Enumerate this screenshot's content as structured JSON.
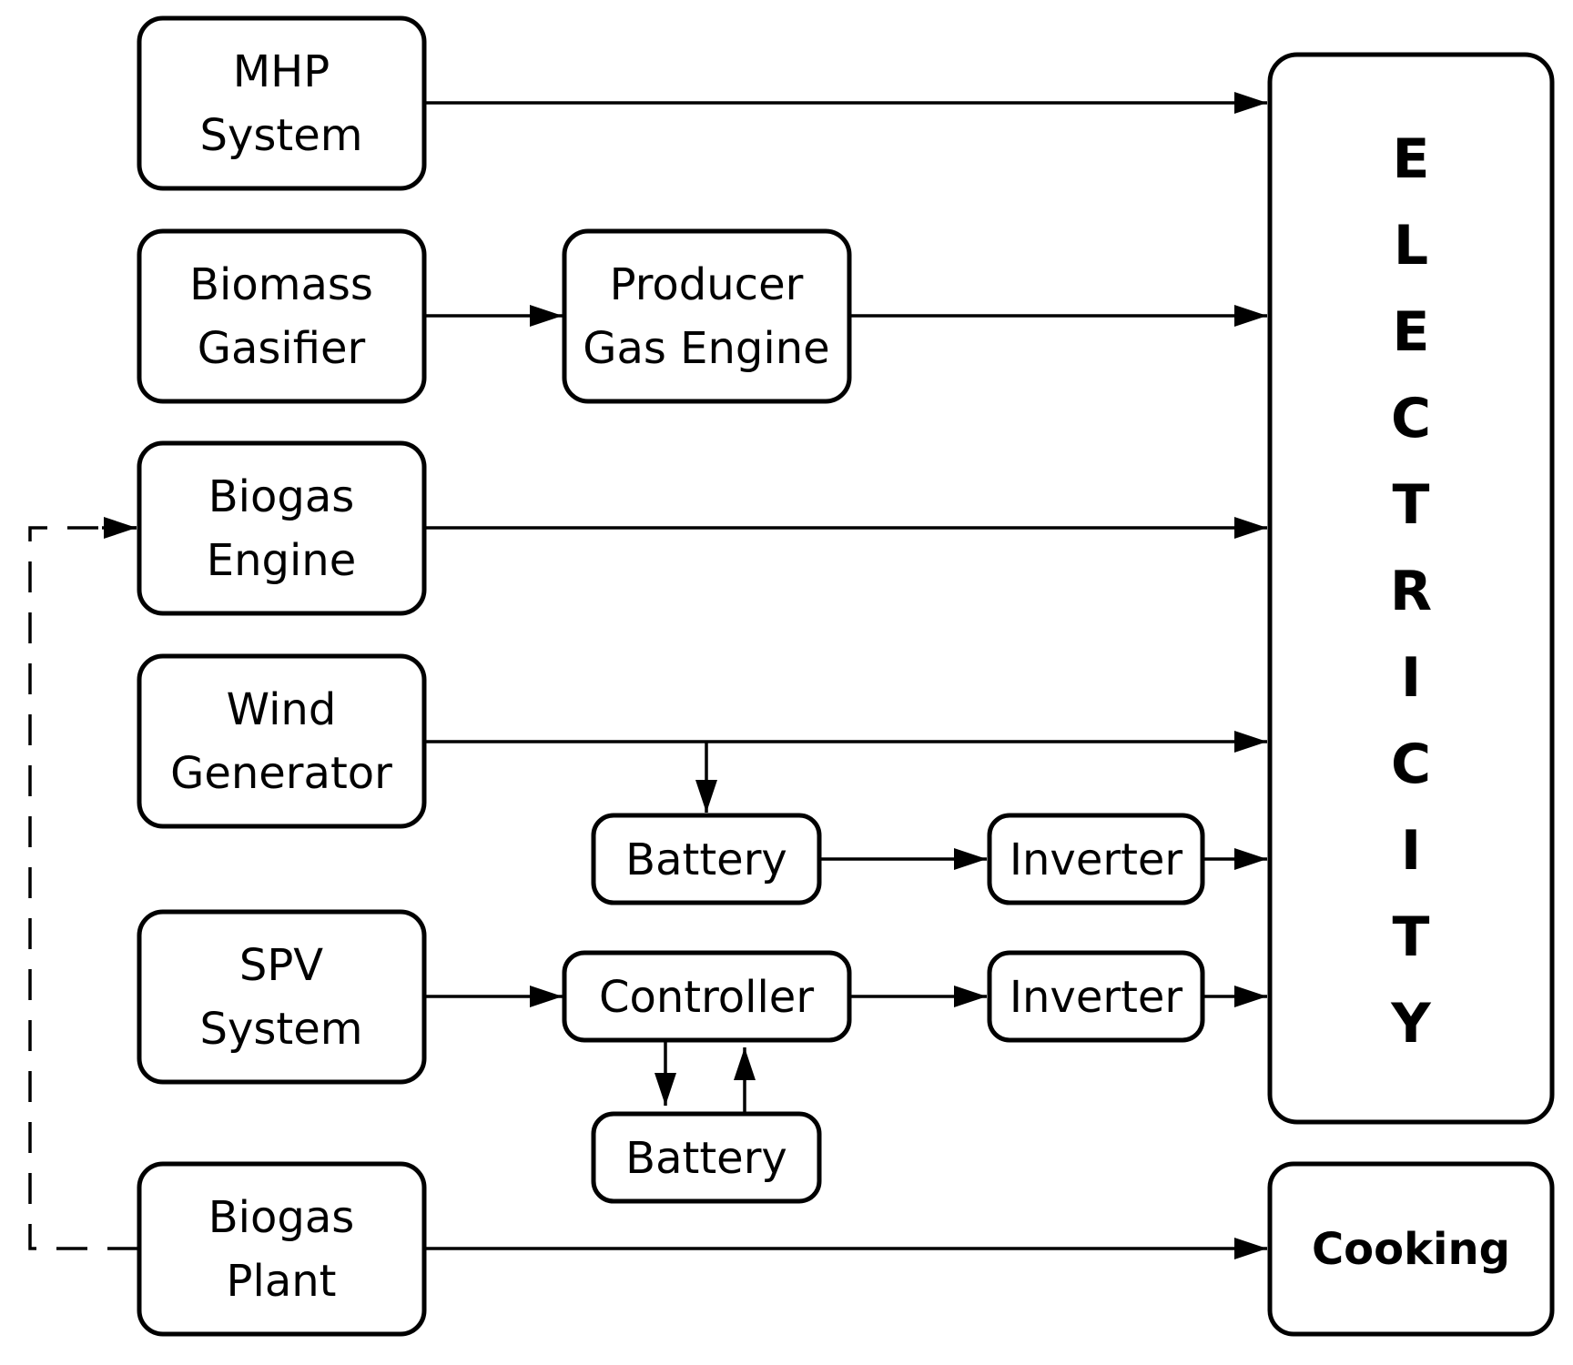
{
  "nodes": {
    "mhp": [
      "MHP",
      "System"
    ],
    "biomass": [
      "Biomass",
      "Gasifier"
    ],
    "producer": [
      "Producer",
      "Gas Engine"
    ],
    "biogas_engine": [
      "Biogas",
      "Engine"
    ],
    "wind": [
      "Wind",
      "Generator"
    ],
    "battery_top": [
      "Battery"
    ],
    "inverter_top": [
      "Inverter"
    ],
    "spv": [
      "SPV",
      "System"
    ],
    "controller": [
      "Controller"
    ],
    "inverter_bottom": [
      "Inverter"
    ],
    "battery_bottom": [
      "Battery"
    ],
    "biogas_plant": [
      "Biogas",
      "Plant"
    ],
    "cooking": [
      "Cooking"
    ],
    "electricity": [
      "E",
      "L",
      "E",
      "C",
      "T",
      "R",
      "I",
      "C",
      "I",
      "T",
      "Y"
    ]
  },
  "colors": {
    "stroke": "#000000",
    "background": "#ffffff"
  }
}
